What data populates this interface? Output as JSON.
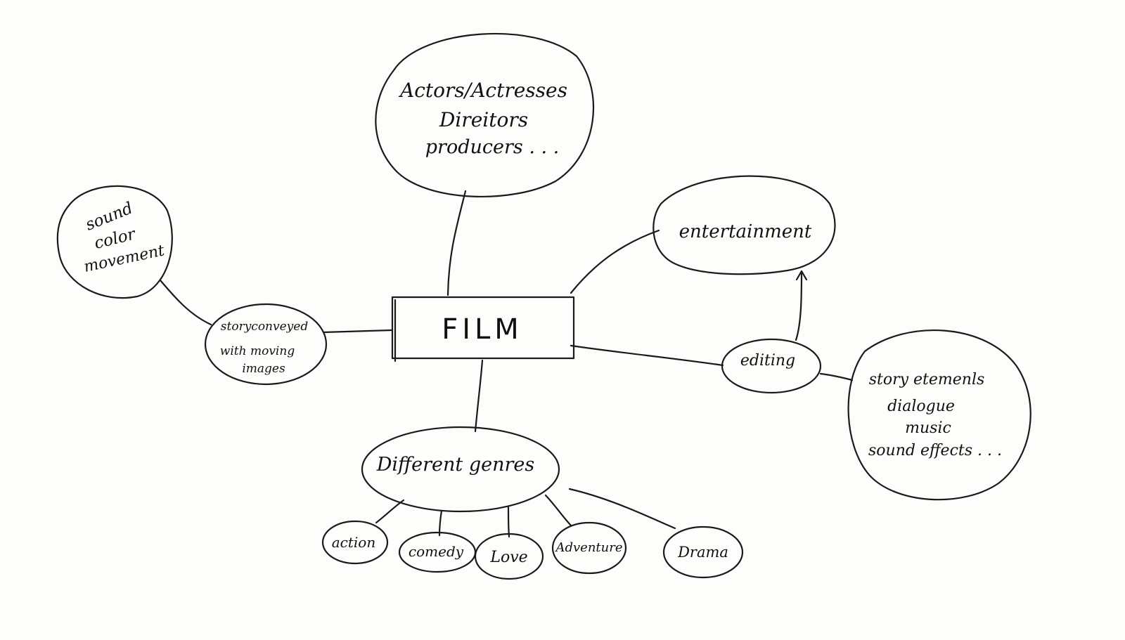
{
  "center": {
    "label": "FILM"
  },
  "people": {
    "lines": [
      "Actors/Actresses",
      "Direitors",
      "producers . . ."
    ]
  },
  "senses": {
    "lines": [
      "sound",
      "color",
      "movement"
    ]
  },
  "story": {
    "lines": [
      "storyconveyed",
      "with moving",
      "images"
    ]
  },
  "entertainment": {
    "label": "entertainment"
  },
  "editing": {
    "label": "editing"
  },
  "elements": {
    "lines": [
      "story etemenls",
      "dialogue",
      "music",
      "sound effects . . ."
    ]
  },
  "genres": {
    "label": "Different genres",
    "items": [
      "action",
      "comedy",
      "Love",
      "Adventure",
      "Drama"
    ]
  }
}
